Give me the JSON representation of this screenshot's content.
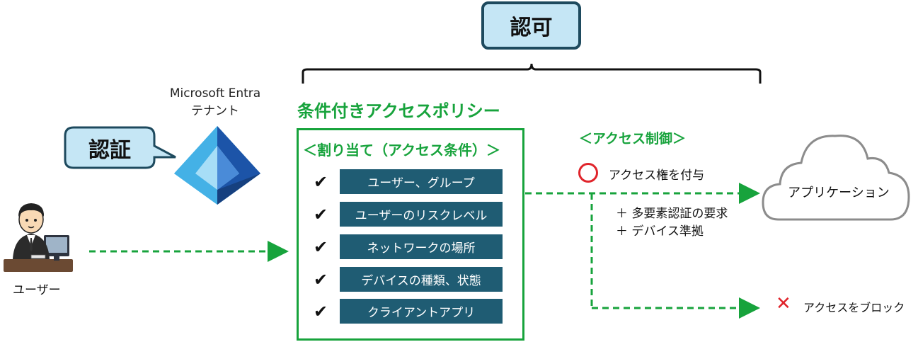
{
  "authorization": {
    "label": "認可"
  },
  "tenant": {
    "line1": "Microsoft Entra",
    "line2": "テナント",
    "icon": "microsoft-entra-icon"
  },
  "authentication": {
    "label": "認証"
  },
  "policy": {
    "title": "条件付きアクセスポリシー",
    "assignment_header": "＜割り当て（アクセス条件）＞",
    "check_glyph": "✔",
    "conditions": [
      "ユーザー、グループ",
      "ユーザーのリスクレベル",
      "ネットワークの場所",
      "デバイスの種類、状態",
      "クライアントアプリ"
    ]
  },
  "access_control": {
    "header": "＜アクセス制御＞",
    "grant": "アクセス権を付与",
    "requirement1": "＋ 多要素認証の要求",
    "requirement2": "＋ デバイス準拠",
    "block_mark": "✕",
    "block": "アクセスをブロック"
  },
  "application": {
    "label": "アプリケーション",
    "icon": "cloud-icon"
  },
  "user": {
    "label": "ユーザー",
    "icon": "user-at-computer-icon"
  },
  "colors": {
    "green": "#17a33c",
    "navy": "#1f5c73",
    "light_blue": "#c5e6f5",
    "red": "#e0242b"
  }
}
